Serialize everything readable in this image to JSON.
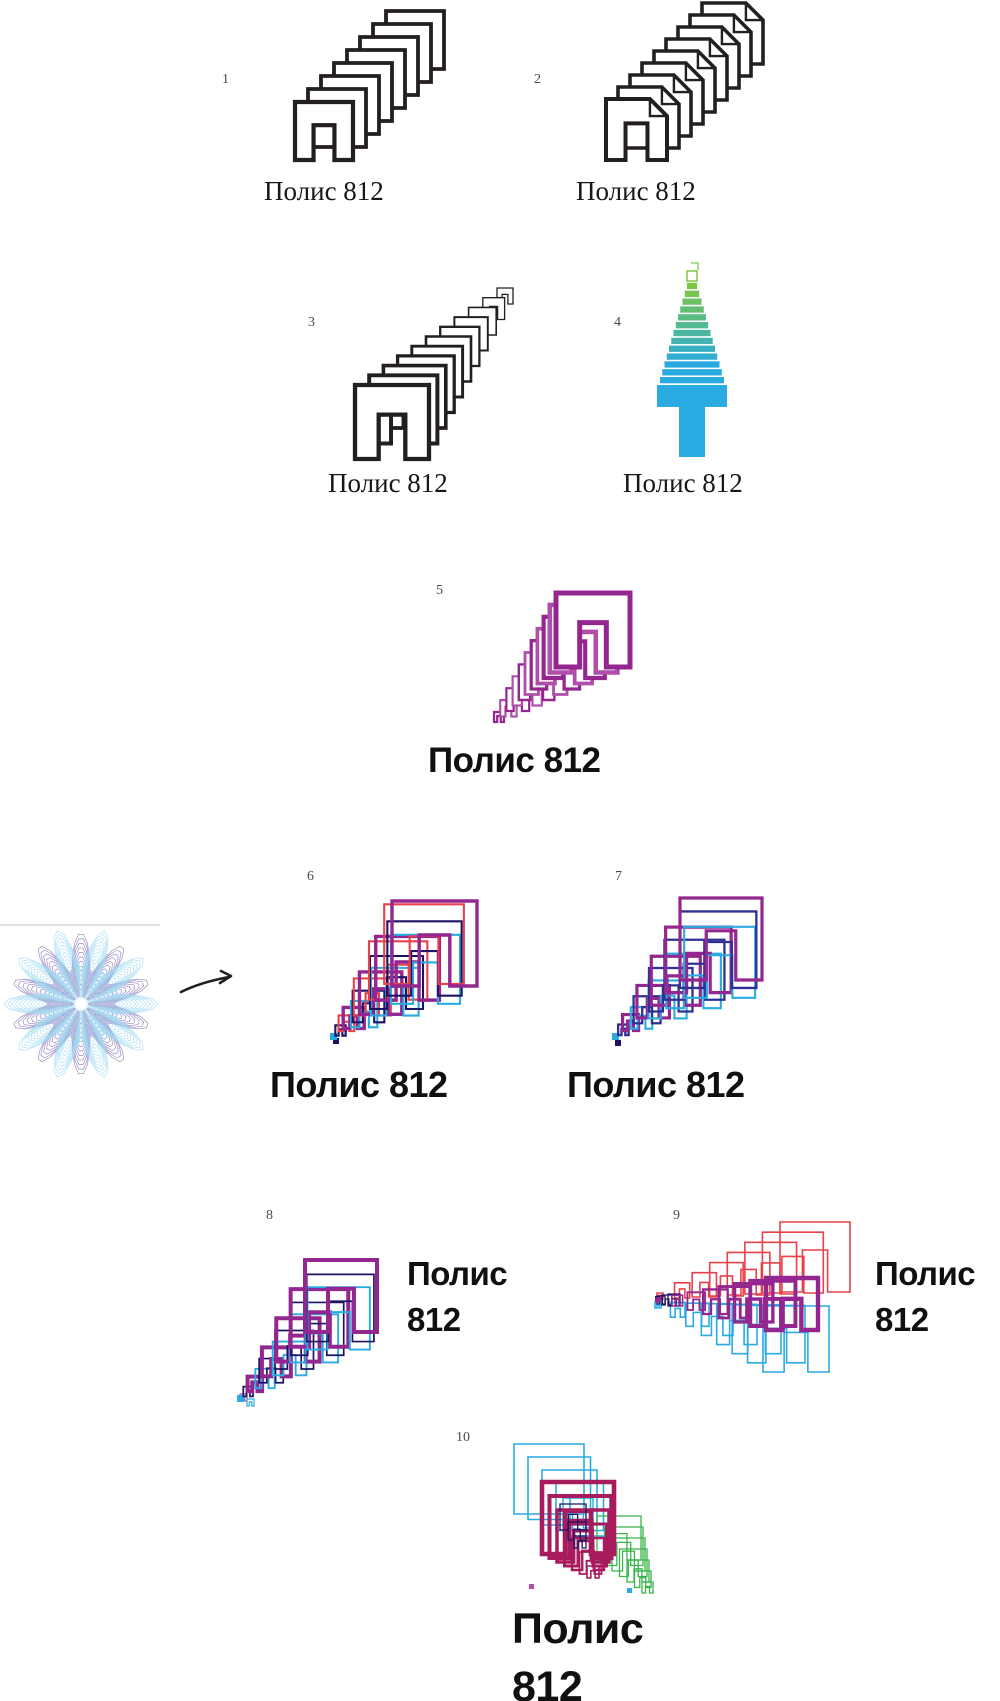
{
  "variants": [
    {
      "num": "1",
      "lines": [
        "Полис 812"
      ],
      "icon": "stacked-arch-squares-outline"
    },
    {
      "num": "2",
      "lines": [
        "Полис 812"
      ],
      "icon": "stacked-dogear-pages-outline"
    },
    {
      "num": "3",
      "lines": [
        "Полис 812"
      ],
      "icon": "perspective-arch-stack-outline"
    },
    {
      "num": "4",
      "lines": [
        "Полис 812"
      ],
      "icon": "gradient-bar-pyramid-arch"
    },
    {
      "num": "5",
      "lines": [
        "Полис 812"
      ],
      "icon": "purple-arch-cascade"
    },
    {
      "num": "6",
      "lines": [
        "Полис 812"
      ],
      "icon": "multicolor-arch-cascade"
    },
    {
      "num": "7",
      "lines": [
        "Полис 812"
      ],
      "icon": "purple-cyan-arch-cascade"
    },
    {
      "num": "8",
      "lines": [
        "Полис",
        "812"
      ],
      "icon": "purple-cyan-arch-cascade-side-label"
    },
    {
      "num": "9",
      "lines": [
        "Полис",
        "812"
      ],
      "icon": "horizontal-arch-fan"
    },
    {
      "num": "10",
      "lines": [
        "Полис",
        "812"
      ],
      "icon": "descending-multicolor-arch-stack"
    }
  ],
  "reference": {
    "icon": "guilloche-rosette",
    "arrow_icon": "hand-drawn-right-arrow"
  },
  "colors": {
    "ink": "#231f20",
    "rule": "#c4c4c4",
    "cyan": "#29abe2",
    "navy": "#1b1464",
    "indigo": "#2e3192",
    "red": "#e8414b",
    "magenta": "#93278f",
    "magenta2": "#b04fa9",
    "crimson": "#a81b5c",
    "green": "#39b54a",
    "green_top": "#7dc843",
    "guilloche_blue": "#a5dcf2",
    "guilloche_purple": "#8f7bbe"
  }
}
